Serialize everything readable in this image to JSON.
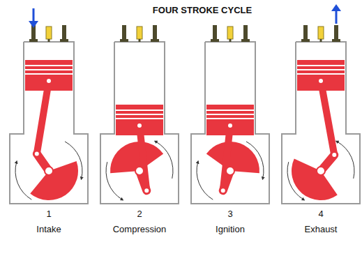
{
  "diagram": {
    "title": "FOUR STROKE CYCLE",
    "labels": [
      "1",
      "2",
      "3",
      "4",
      "Intake",
      "Compression",
      "Ignition",
      "Exhaust"
    ]
  }
}
